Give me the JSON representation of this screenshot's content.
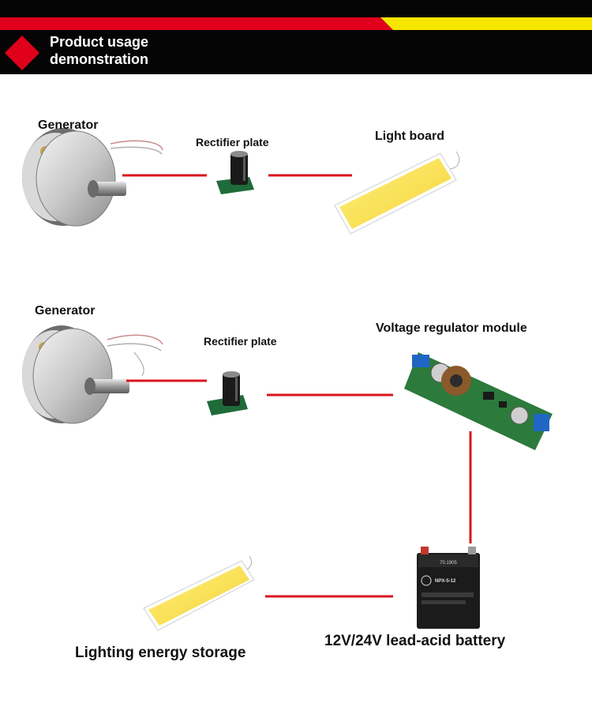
{
  "header": {
    "title": "Product usage\ndemonstration",
    "colors": {
      "background": "#050505",
      "red": "#e0001b",
      "yellow": "#f7e600"
    }
  },
  "diagram1": {
    "generator_label": "Generator",
    "rectifier_label": "Rectifier plate",
    "light_board_label": "Light board"
  },
  "diagram2": {
    "generator_label": "Generator",
    "rectifier_label": "Rectifier plate",
    "regulator_label": "Voltage regulator module",
    "battery_label": "12V/24V lead-acid battery",
    "battery_model": "NPX-5-12",
    "battery_code": "70.1905",
    "lighting_label": "Lighting energy storage"
  },
  "wire_color": "#d9161e"
}
